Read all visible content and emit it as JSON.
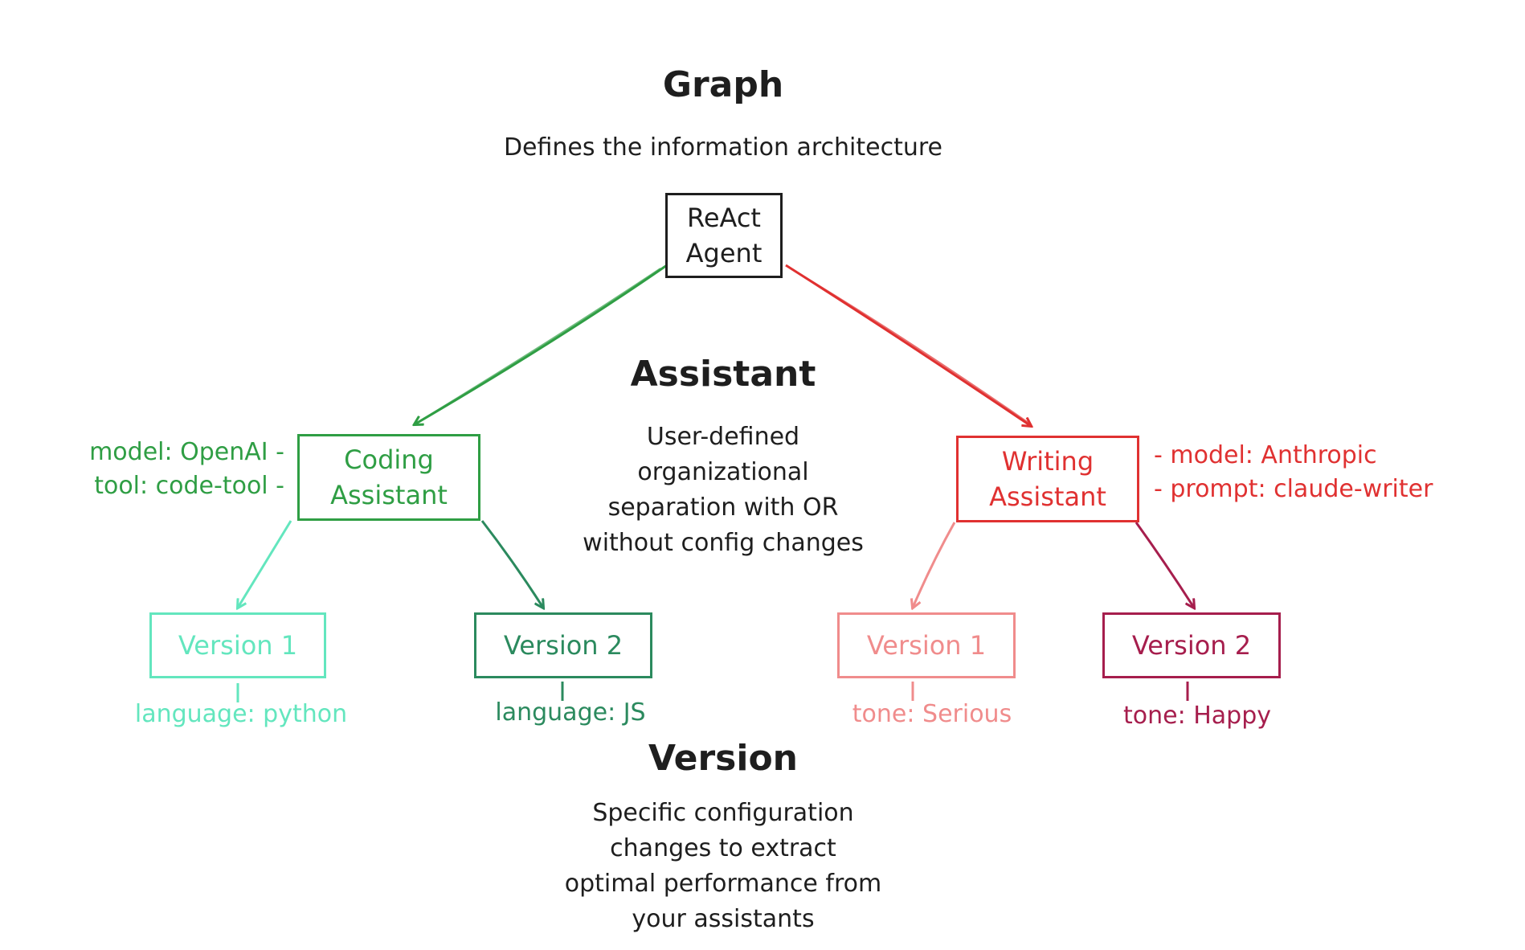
{
  "graph": {
    "title": "Graph",
    "description": "Defines the information architecture",
    "root": {
      "line1": "ReAct",
      "line2": "Agent"
    }
  },
  "assistant": {
    "title": "Assistant",
    "description": [
      "User-defined",
      "organizational",
      "separation with OR",
      "without config changes"
    ],
    "coding": {
      "line1": "Coding",
      "line2": "Assistant",
      "config": [
        "model: OpenAI -",
        "tool: code-tool -"
      ],
      "color": "#2f9e44"
    },
    "writing": {
      "line1": "Writing",
      "line2": "Assistant",
      "config": [
        "- model: Anthropic",
        "- prompt: claude-writer"
      ],
      "color": "#e03131"
    }
  },
  "versions": {
    "title": "Version",
    "description": [
      "Specific configuration",
      "changes to extract",
      "optimal performance from",
      "your assistants"
    ],
    "coding_v1": {
      "label": "Version 1",
      "note": "language: python",
      "color": "#63e6be"
    },
    "coding_v2": {
      "label": "Version 2",
      "note": "language: JS",
      "color": "#2b8a5e"
    },
    "writing_v1": {
      "label": "Version 1",
      "note": "tone: Serious",
      "color": "#f08c8c"
    },
    "writing_v2": {
      "label": "Version 2",
      "note": "tone: Happy",
      "color": "#a61e4d"
    }
  }
}
